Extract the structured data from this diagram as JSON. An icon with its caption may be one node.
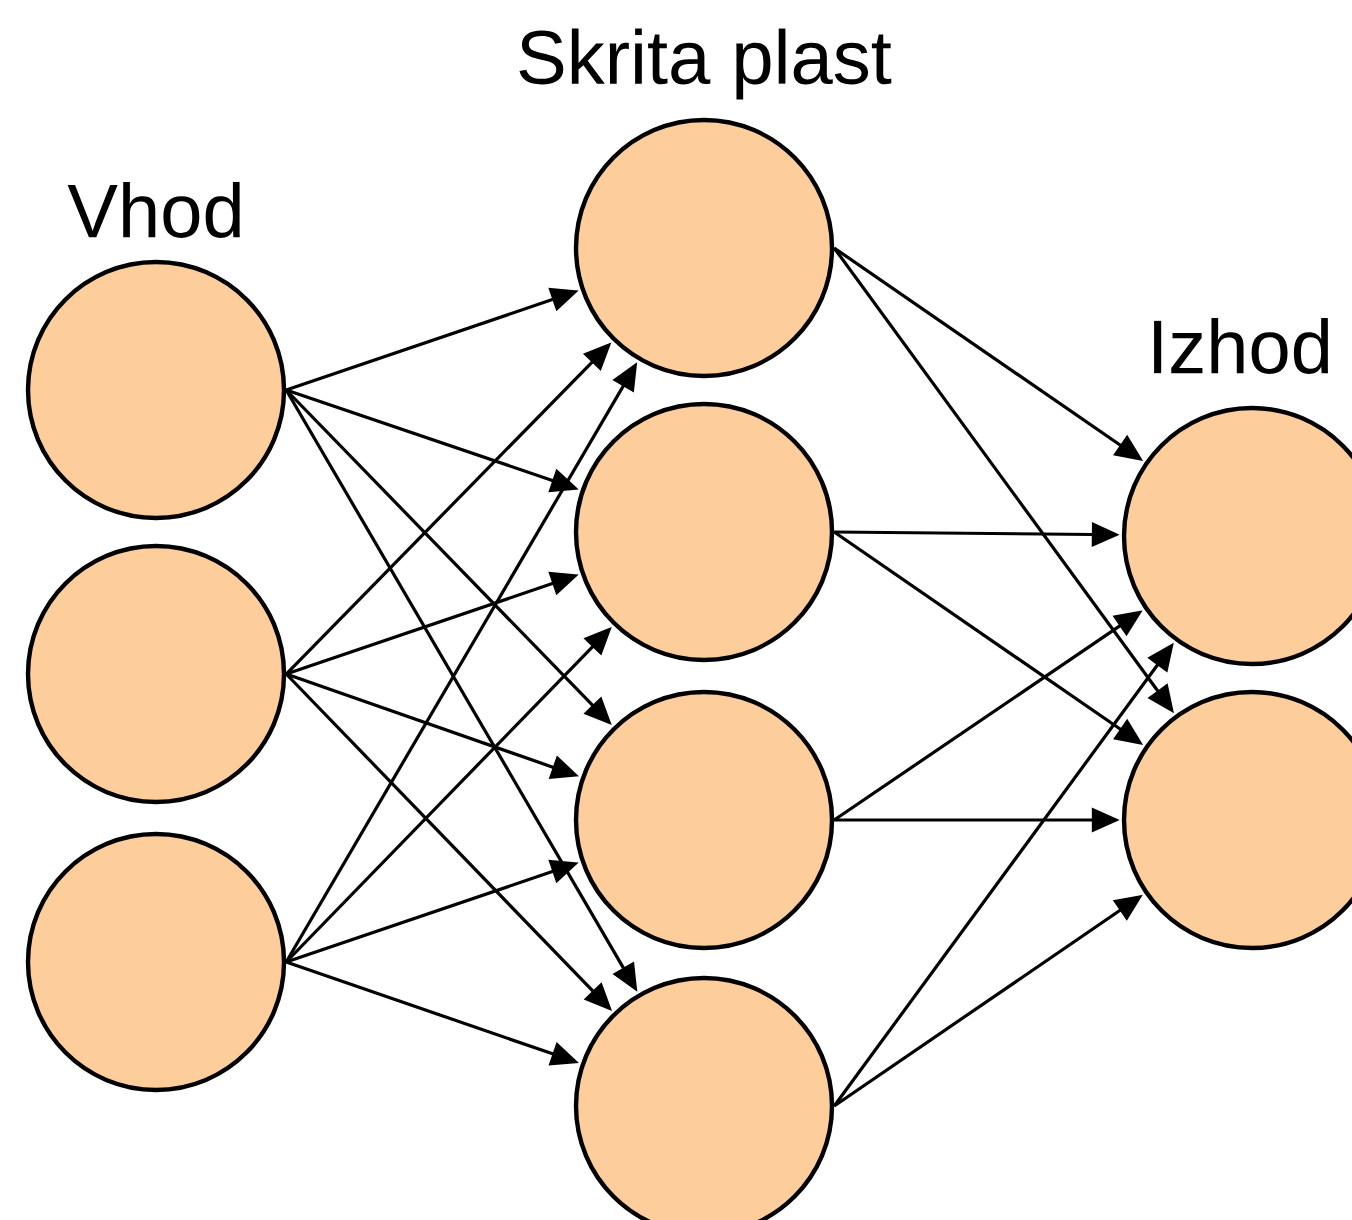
{
  "diagram": {
    "nodes": [
      {
        "text": [],
        "shape": "circle"
      },
      {
        "text": [],
        "shape": "circle"
      },
      {
        "text": [],
        "shape": "circle"
      },
      {
        "text": [],
        "shape": "circle"
      },
      {
        "text": [],
        "shape": "circle"
      },
      {
        "text": [],
        "shape": "circle"
      },
      {
        "text": [],
        "shape": "circle"
      },
      {
        "text": [],
        "shape": "circle"
      },
      {
        "text": [],
        "shape": "circle"
      }
    ],
    "edges": [
      {
        "from": 0,
        "to": 3,
        "arrow": "to"
      },
      {
        "from": 0,
        "to": 4,
        "arrow": "to"
      },
      {
        "from": 0,
        "to": 5,
        "arrow": "to"
      },
      {
        "from": 0,
        "to": 6,
        "arrow": "to"
      },
      {
        "from": 1,
        "to": 3,
        "arrow": "to"
      },
      {
        "from": 1,
        "to": 4,
        "arrow": "to"
      },
      {
        "from": 1,
        "to": 5,
        "arrow": "to"
      },
      {
        "from": 1,
        "to": 6,
        "arrow": "to"
      },
      {
        "from": 2,
        "to": 3,
        "arrow": "to"
      },
      {
        "from": 2,
        "to": 4,
        "arrow": "to"
      },
      {
        "from": 2,
        "to": 5,
        "arrow": "to"
      },
      {
        "from": 2,
        "to": 6,
        "arrow": "to"
      },
      {
        "from": 3,
        "to": 7,
        "arrow": "to"
      },
      {
        "from": 3,
        "to": 8,
        "arrow": "to"
      },
      {
        "from": 4,
        "to": 7,
        "arrow": "to"
      },
      {
        "from": 4,
        "to": 8,
        "arrow": "to"
      },
      {
        "from": 5,
        "to": 7,
        "arrow": "to"
      },
      {
        "from": 5,
        "to": 8,
        "arrow": "to"
      },
      {
        "from": 6,
        "to": 7,
        "arrow": "to"
      },
      {
        "from": 6,
        "to": 8,
        "arrow": "to"
      }
    ],
    "labels": [
      "Skrita plast",
      "Vhod",
      "Izhod"
    ]
  }
}
